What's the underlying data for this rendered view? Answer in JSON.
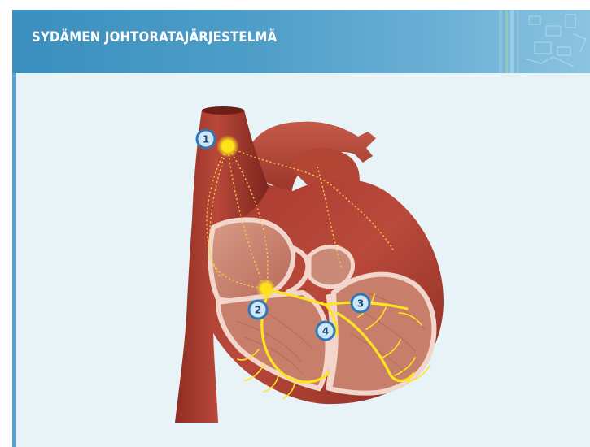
{
  "slide": {
    "title": "SYDÄMEN JOHTORATAJÄRJESTELMÄ"
  },
  "diagram": {
    "markers": [
      "1",
      "2",
      "3",
      "4"
    ]
  }
}
